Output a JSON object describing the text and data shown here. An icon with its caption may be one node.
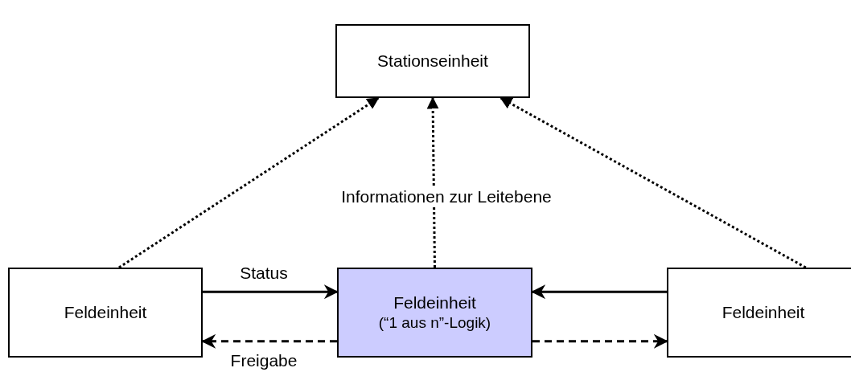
{
  "diagram": {
    "nodes": [
      {
        "text": [
          "Stationseinheit"
        ]
      },
      {
        "text": [
          "Feldeinheit"
        ]
      },
      {
        "text": [
          "Feldeinheit",
          "(“1 aus n”-Logik)"
        ]
      },
      {
        "text": [
          "Feldeinheit"
        ]
      }
    ],
    "edges": [
      {
        "from": 1,
        "to": 0,
        "arrow": "to",
        "style": "dashed"
      },
      {
        "from": 2,
        "to": 0,
        "arrow": "to",
        "style": "dashed",
        "label": "Informationen zur Leitebene"
      },
      {
        "from": 3,
        "to": 0,
        "arrow": "to",
        "style": "dashed"
      },
      {
        "from": 1,
        "to": 2,
        "arrow": "to",
        "label": "Status"
      },
      {
        "from": 3,
        "to": 2,
        "arrow": "to"
      },
      {
        "from": 2,
        "to": 1,
        "arrow": "to",
        "style": "dashed",
        "label": "Freigabe"
      },
      {
        "from": 2,
        "to": 3,
        "arrow": "to",
        "style": "dashed"
      }
    ]
  }
}
